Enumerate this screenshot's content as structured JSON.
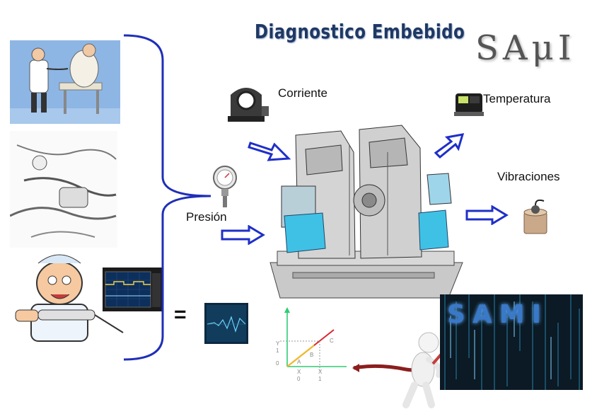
{
  "title": "Diagnostico Embebido",
  "logo_text": "SAμI",
  "labels": {
    "current": "Corriente",
    "temperature": "Temperatura",
    "pressure": "Presión",
    "vibrations": "Vibraciones",
    "equals": "="
  },
  "graph": {
    "y_label": "Y",
    "y_tick_1": "1",
    "y_tick_0": "0",
    "x_label_0": "X",
    "x_tick_0": "0",
    "x_label_1": "X",
    "x_tick_1": "1",
    "point_a": "A",
    "point_b": "B",
    "point_c": "C"
  },
  "matrix_panel_text": "SAMI",
  "colors": {
    "title": "#1f3864",
    "brace": "#1f2fb8",
    "arrow_outline": "#1f2fc8",
    "matrix_bg": "#0b1a24",
    "matrix_letters": "#3a78c8",
    "machine_accent": "#3fc1e6",
    "graph_axis": "#2ecc71",
    "graph_line": "#d9272e"
  }
}
